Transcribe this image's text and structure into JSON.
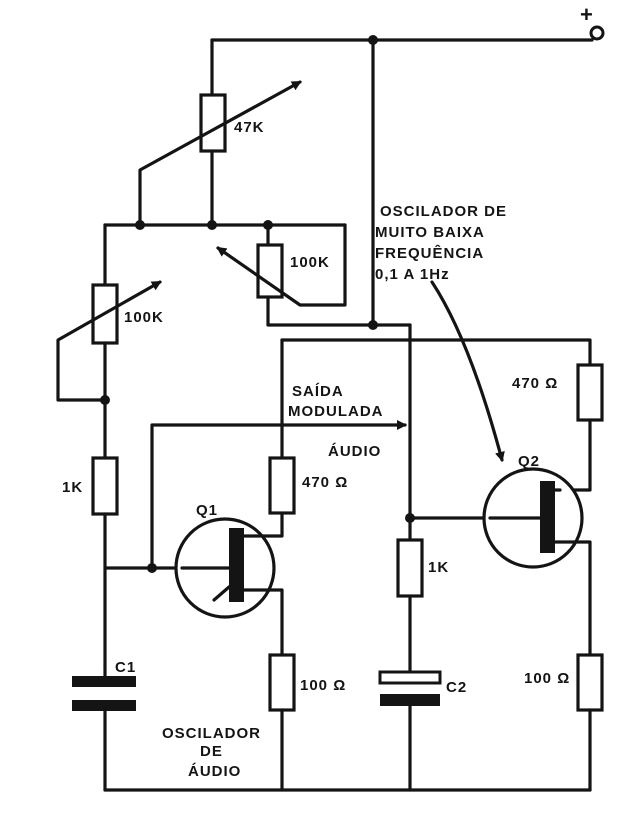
{
  "supply": {
    "terminal_label": "+"
  },
  "components": {
    "pot_47k": "47K",
    "pot_100k_top": "100K",
    "pot_100k_left": "100K",
    "r_1k_left": "1K",
    "r_470_q1": "470 Ω",
    "r_100_q1": "100 Ω",
    "c1": "C1",
    "q1": "Q1",
    "q2": "Q2",
    "r_470_q2": "470 Ω",
    "r_1k_q2": "1K",
    "c2": "C2",
    "r_100_q2": "100 Ω"
  },
  "annotations": {
    "low_freq_osc": [
      "OSCILADOR DE",
      "MUITO  BAIXA",
      "FREQUÊNCIA",
      "0,1  A  1Hz"
    ],
    "modulated_output": [
      "SAÍDA",
      "MODULADA"
    ],
    "audio_out": "ÁUDIO",
    "audio_osc": [
      "OSCILADOR",
      "DE",
      "ÁUDIO"
    ]
  }
}
